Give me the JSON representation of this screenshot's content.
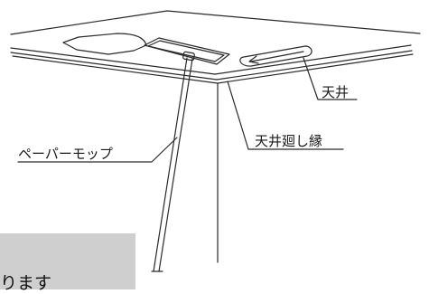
{
  "labels": {
    "ceiling": "天井",
    "ceiling_edge": "天井廻し縁",
    "mop": "ペーパーモップ"
  },
  "panel": {
    "text": "ります"
  },
  "colors": {
    "line": "#2a2a2a",
    "panel": "#cfcfcf",
    "background": "#ffffff"
  }
}
